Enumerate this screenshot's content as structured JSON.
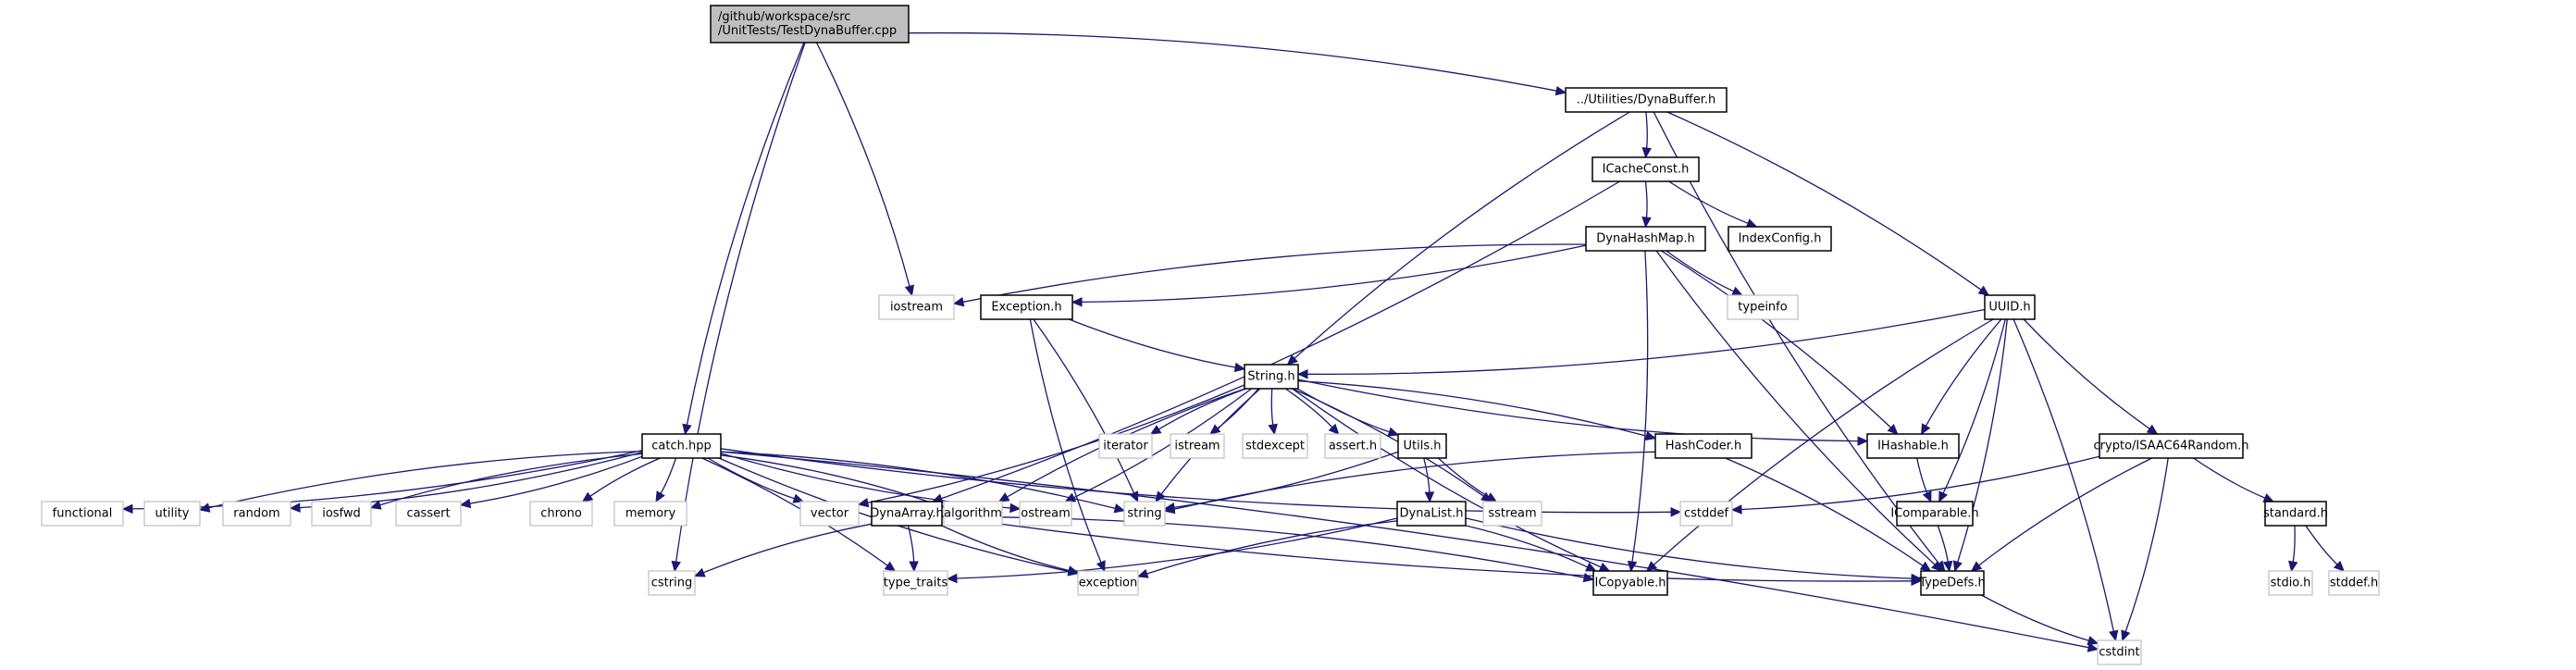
{
  "title": "Include dependency graph for TestDynaBuffer.cpp",
  "colors": {
    "edge": "#191970",
    "root_fill": "#bfbfbf",
    "local_border": "#000000",
    "system_border": "#bfbfbf"
  },
  "nodes": [
    {
      "id": "root",
      "kind": "root",
      "lines": [
        "/github/workspace/src",
        "/UnitTests/TestDynaBuffer.cpp"
      ]
    },
    {
      "id": "dynabuffer",
      "kind": "local",
      "lines": [
        "../Utilities/DynaBuffer.h"
      ]
    },
    {
      "id": "icacheconst",
      "kind": "local",
      "lines": [
        "ICacheConst.h"
      ]
    },
    {
      "id": "dynahashmap",
      "kind": "local",
      "lines": [
        "DynaHashMap.h"
      ]
    },
    {
      "id": "indexconfig",
      "kind": "local",
      "lines": [
        "IndexConfig.h"
      ]
    },
    {
      "id": "iostream",
      "kind": "system",
      "lines": [
        "iostream"
      ]
    },
    {
      "id": "exception_h",
      "kind": "local",
      "lines": [
        "Exception.h"
      ]
    },
    {
      "id": "typeinfo",
      "kind": "system",
      "lines": [
        "typeinfo"
      ]
    },
    {
      "id": "uuid",
      "kind": "local",
      "lines": [
        "UUID.h"
      ]
    },
    {
      "id": "string_h",
      "kind": "local",
      "lines": [
        "String.h"
      ]
    },
    {
      "id": "catch",
      "kind": "local",
      "lines": [
        "catch.hpp"
      ]
    },
    {
      "id": "iterator",
      "kind": "system",
      "lines": [
        "iterator"
      ]
    },
    {
      "id": "istream",
      "kind": "system",
      "lines": [
        "istream"
      ]
    },
    {
      "id": "stdexcept",
      "kind": "system",
      "lines": [
        "stdexcept"
      ]
    },
    {
      "id": "assert_h",
      "kind": "system",
      "lines": [
        "assert.h"
      ]
    },
    {
      "id": "utils",
      "kind": "local",
      "lines": [
        "Utils.h"
      ]
    },
    {
      "id": "hashcoder",
      "kind": "local",
      "lines": [
        "HashCoder.h"
      ]
    },
    {
      "id": "ihashable",
      "kind": "local",
      "lines": [
        "IHashable.h"
      ]
    },
    {
      "id": "isaac",
      "kind": "local",
      "lines": [
        "crypto/ISAAC64Random.h"
      ]
    },
    {
      "id": "functional",
      "kind": "system",
      "lines": [
        "functional"
      ]
    },
    {
      "id": "utility",
      "kind": "system",
      "lines": [
        "utility"
      ]
    },
    {
      "id": "random",
      "kind": "system",
      "lines": [
        "random"
      ]
    },
    {
      "id": "iosfwd",
      "kind": "system",
      "lines": [
        "iosfwd"
      ]
    },
    {
      "id": "cassert",
      "kind": "system",
      "lines": [
        "cassert"
      ]
    },
    {
      "id": "chrono",
      "kind": "system",
      "lines": [
        "chrono"
      ]
    },
    {
      "id": "memory",
      "kind": "system",
      "lines": [
        "memory"
      ]
    },
    {
      "id": "vector",
      "kind": "system",
      "lines": [
        "vector"
      ]
    },
    {
      "id": "dynaarray",
      "kind": "local",
      "lines": [
        "DynaArray.h"
      ]
    },
    {
      "id": "algorithm",
      "kind": "system",
      "lines": [
        "algorithm"
      ]
    },
    {
      "id": "ostream",
      "kind": "system",
      "lines": [
        "ostream"
      ]
    },
    {
      "id": "string_std",
      "kind": "system",
      "lines": [
        "string"
      ]
    },
    {
      "id": "dynalist",
      "kind": "local",
      "lines": [
        "DynaList.h"
      ]
    },
    {
      "id": "sstream",
      "kind": "system",
      "lines": [
        "sstream"
      ]
    },
    {
      "id": "cstddef",
      "kind": "system",
      "lines": [
        "cstddef"
      ]
    },
    {
      "id": "icomparable",
      "kind": "local",
      "lines": [
        "IComparable.h"
      ]
    },
    {
      "id": "standard",
      "kind": "local",
      "lines": [
        "standard.h"
      ]
    },
    {
      "id": "cstring",
      "kind": "system",
      "lines": [
        "cstring"
      ]
    },
    {
      "id": "type_traits",
      "kind": "system",
      "lines": [
        "type_traits"
      ]
    },
    {
      "id": "exception_std",
      "kind": "system",
      "lines": [
        "exception"
      ]
    },
    {
      "id": "icopyable",
      "kind": "local",
      "lines": [
        "ICopyable.h"
      ]
    },
    {
      "id": "typedefs",
      "kind": "local",
      "lines": [
        "TypeDefs.h"
      ]
    },
    {
      "id": "stdio",
      "kind": "system",
      "lines": [
        "stdio.h"
      ]
    },
    {
      "id": "stddef",
      "kind": "system",
      "lines": [
        "stddef.h"
      ]
    },
    {
      "id": "cstdint",
      "kind": "system",
      "lines": [
        "cstdint"
      ]
    }
  ],
  "edges": [
    [
      "root",
      "dynabuffer"
    ],
    [
      "root",
      "catch"
    ],
    [
      "root",
      "iostream"
    ],
    [
      "root",
      "cstring"
    ],
    [
      "dynabuffer",
      "icacheconst"
    ],
    [
      "dynabuffer",
      "string_h"
    ],
    [
      "dynabuffer",
      "uuid"
    ],
    [
      "dynabuffer",
      "typedefs"
    ],
    [
      "icacheconst",
      "dynahashmap"
    ],
    [
      "icacheconst",
      "indexconfig"
    ],
    [
      "icacheconst",
      "dynaarray"
    ],
    [
      "dynahashmap",
      "iostream"
    ],
    [
      "dynahashmap",
      "exception_h"
    ],
    [
      "dynahashmap",
      "typeinfo"
    ],
    [
      "dynahashmap",
      "ihashable"
    ],
    [
      "dynahashmap",
      "typedefs"
    ],
    [
      "dynahashmap",
      "icopyable"
    ],
    [
      "exception_h",
      "string_h"
    ],
    [
      "exception_h",
      "string_std"
    ],
    [
      "exception_h",
      "exception_std"
    ],
    [
      "uuid",
      "string_h"
    ],
    [
      "uuid",
      "ihashable"
    ],
    [
      "uuid",
      "icomparable"
    ],
    [
      "uuid",
      "isaac"
    ],
    [
      "uuid",
      "typedefs"
    ],
    [
      "uuid",
      "icopyable"
    ],
    [
      "uuid",
      "cstdint"
    ],
    [
      "string_h",
      "iterator"
    ],
    [
      "string_h",
      "istream"
    ],
    [
      "string_h",
      "stdexcept"
    ],
    [
      "string_h",
      "assert_h"
    ],
    [
      "string_h",
      "utils"
    ],
    [
      "string_h",
      "hashcoder"
    ],
    [
      "string_h",
      "ihashable"
    ],
    [
      "string_h",
      "vector"
    ],
    [
      "string_h",
      "algorithm"
    ],
    [
      "string_h",
      "ostream"
    ],
    [
      "string_h",
      "string_std"
    ],
    [
      "string_h",
      "sstream"
    ],
    [
      "string_h",
      "icopyable"
    ],
    [
      "utils",
      "string_std"
    ],
    [
      "utils",
      "sstream"
    ],
    [
      "utils",
      "dynalist"
    ],
    [
      "hashcoder",
      "string_std"
    ],
    [
      "hashcoder",
      "typedefs"
    ],
    [
      "ihashable",
      "icomparable"
    ],
    [
      "isaac",
      "cstddef"
    ],
    [
      "isaac",
      "typedefs"
    ],
    [
      "isaac",
      "cstdint"
    ],
    [
      "isaac",
      "standard"
    ],
    [
      "catch",
      "functional"
    ],
    [
      "catch",
      "utility"
    ],
    [
      "catch",
      "random"
    ],
    [
      "catch",
      "iosfwd"
    ],
    [
      "catch",
      "cassert"
    ],
    [
      "catch",
      "chrono"
    ],
    [
      "catch",
      "memory"
    ],
    [
      "catch",
      "vector"
    ],
    [
      "catch",
      "algorithm"
    ],
    [
      "catch",
      "ostream"
    ],
    [
      "catch",
      "string_std"
    ],
    [
      "catch",
      "cstddef"
    ],
    [
      "catch",
      "type_traits"
    ],
    [
      "catch",
      "exception_std"
    ],
    [
      "catch",
      "cstdint"
    ],
    [
      "dynaarray",
      "cstring"
    ],
    [
      "dynaarray",
      "type_traits"
    ],
    [
      "dynaarray",
      "exception_std"
    ],
    [
      "dynaarray",
      "icopyable"
    ],
    [
      "dynaarray",
      "typedefs"
    ],
    [
      "dynalist",
      "type_traits"
    ],
    [
      "dynalist",
      "exception_std"
    ],
    [
      "dynalist",
      "icopyable"
    ],
    [
      "dynalist",
      "typedefs"
    ],
    [
      "icomparable",
      "typedefs"
    ],
    [
      "typedefs",
      "cstdint"
    ],
    [
      "standard",
      "stdio"
    ],
    [
      "standard",
      "stddef"
    ]
  ]
}
